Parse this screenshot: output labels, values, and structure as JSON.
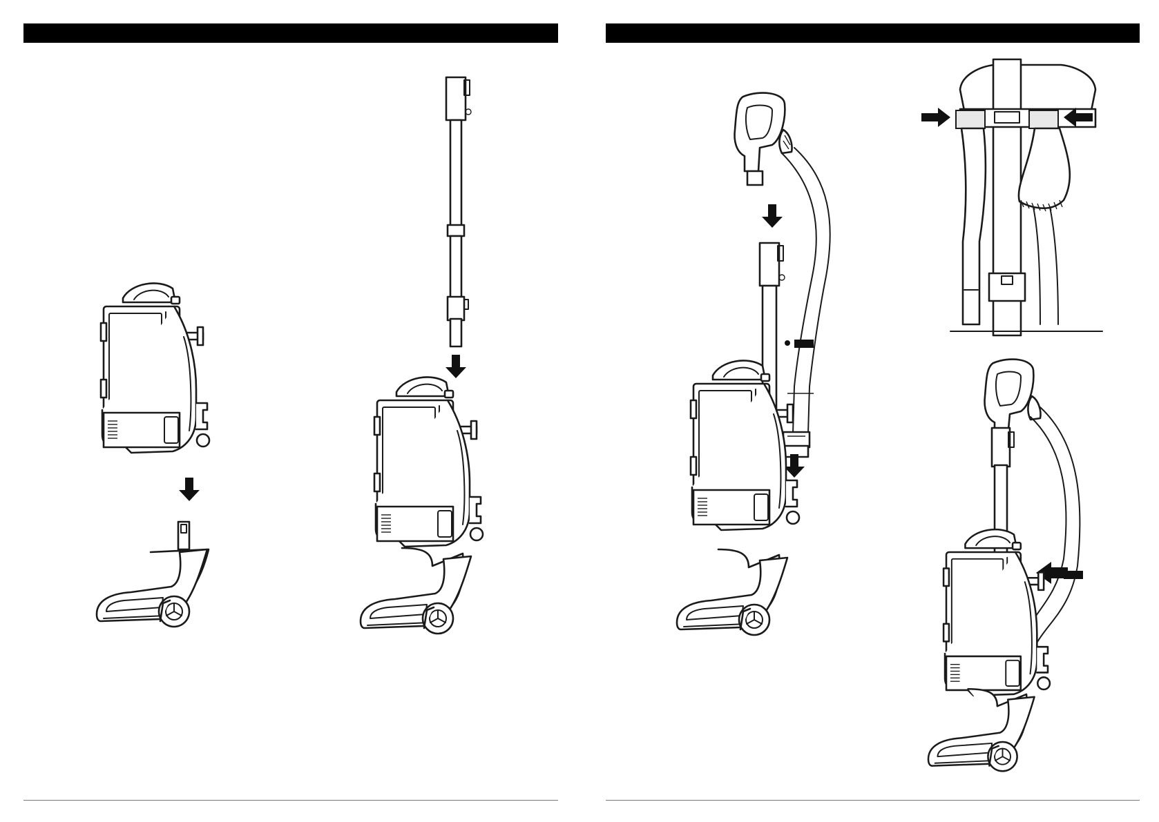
{
  "document": {
    "left_page": {
      "header_text": "",
      "footer_text": ""
    },
    "right_page": {
      "header_text": "",
      "footer_text": ""
    }
  },
  "illustrations": [
    {
      "name": "pod-into-floor-nozzle",
      "icon": "vacuum-assembly-step-1"
    },
    {
      "name": "wand-into-pod",
      "icon": "vacuum-assembly-step-2"
    },
    {
      "name": "handle-and-hose-attach",
      "icon": "vacuum-assembly-step-3"
    },
    {
      "name": "accessory-clips-detail",
      "icon": "vacuum-accessory-clips"
    },
    {
      "name": "assembled-upright-hose-clip",
      "icon": "vacuum-assembled"
    }
  ],
  "colors": {
    "ink": "#1a1a1a",
    "header_bar": "#000000",
    "footer_rule": "#777777"
  }
}
